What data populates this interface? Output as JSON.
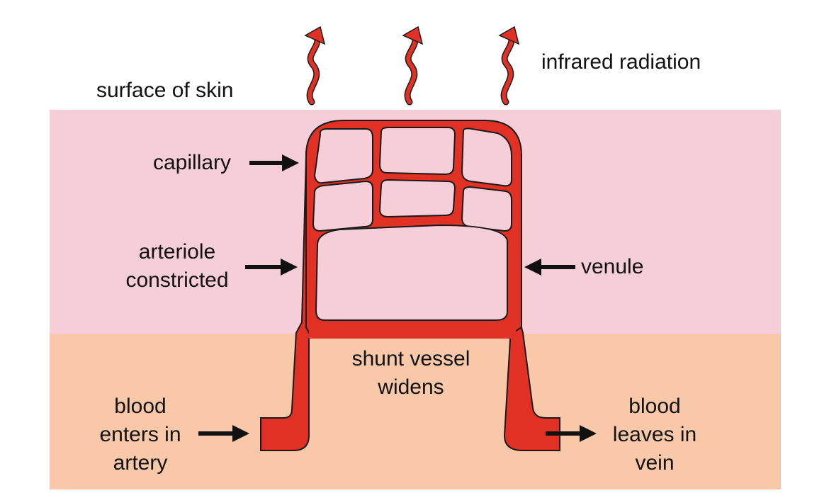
{
  "labels": {
    "infrared": "infrared radiation",
    "surface": "surface of skin",
    "capillary": "capillary",
    "arteriole_line1": "arteriole",
    "arteriole_line2": "constricted",
    "venule": "venule",
    "shunt_line1": "shunt vessel",
    "shunt_line2": "widens",
    "enters_line1": "blood",
    "enters_line2": "enters in",
    "enters_line3": "artery",
    "leaves_line1": "blood",
    "leaves_line2": "leaves in",
    "leaves_line3": "vein"
  },
  "colors": {
    "dermis": "#f6ced8",
    "subcutaneous": "#f8c8a8",
    "blood": "#e03124",
    "outline": "#1a1a1a",
    "arrow": "#111111",
    "background": "#ffffff"
  },
  "icons": {
    "radiation": "wavy-red-arrow-icon",
    "pointer": "black-arrow-icon"
  }
}
